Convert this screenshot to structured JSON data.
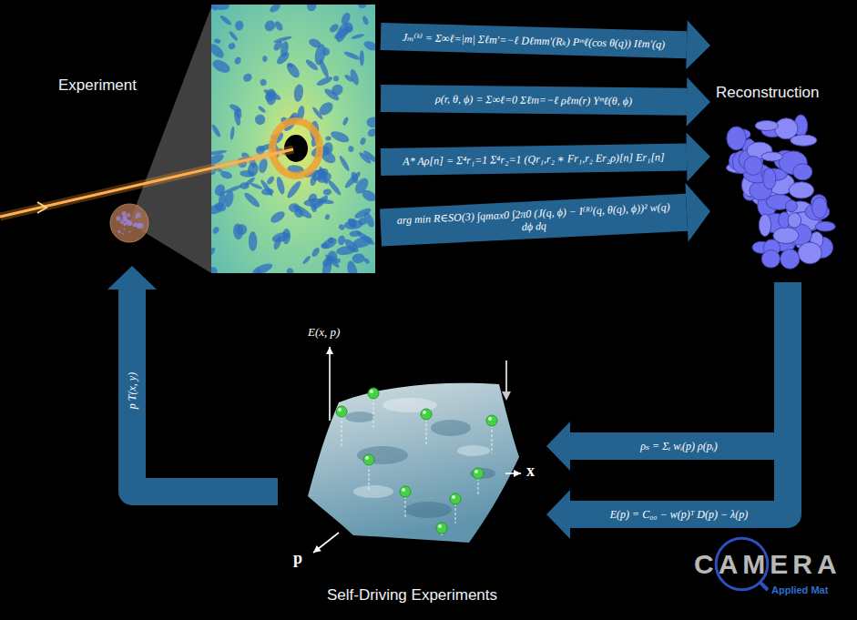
{
  "diagram": {
    "nodes": [
      {
        "text": [
          "Experiment"
        ]
      },
      {
        "text": [
          "Reconstruction"
        ]
      },
      {
        "text": [
          "Self-Driving Experiments"
        ]
      }
    ],
    "edges": [
      {
        "from": 0,
        "to": 1,
        "arrow": "to",
        "label": "Jₘ⁽ᵏ⁾ = Σ∞ℓ=|m| Σℓm′=−ℓ Dℓmm′(Rₖ) Pᵐℓ(cos θ(q)) Iℓm′(q)"
      },
      {
        "from": 0,
        "to": 1,
        "arrow": "to",
        "label": "ρ(r, θ, ϕ) = Σ∞ℓ=0 Σℓm=−ℓ ρℓm(r) Yᵐℓ(θ, ϕ)"
      },
      {
        "from": 0,
        "to": 1,
        "arrow": "to",
        "label": "A* Aρ[n] = Σ⁴r₁=1 Σ⁴r₂=1 (Qr₁,r₂ ∗ Fr₁,r₂ Er₂ρ)[n] Er₁[n]"
      },
      {
        "from": 0,
        "to": 1,
        "arrow": "to",
        "label": "arg min R∈SO(3) ∫qmax0 ∫2π0 (J(q, ϕ) − I⁽ᴿ⁾(q, θ(q), ϕ))² w(q) dϕ dq"
      },
      {
        "from": 1,
        "to": 2,
        "arrow": "to",
        "label": "ρₛ = Σᵢ wᵢ(p) ρ(pᵢ)"
      },
      {
        "from": 1,
        "to": 2,
        "arrow": "to",
        "label": "E(p) = C₀₀ − w(p)ᵀ D(p) − λ(p)"
      },
      {
        "from": 2,
        "to": 0,
        "arrow": "to",
        "label": "p T(x, y)"
      }
    ],
    "labels": [
      "E(x, p)",
      "x",
      "p",
      "CAMERA",
      "Applied Mat"
    ]
  }
}
